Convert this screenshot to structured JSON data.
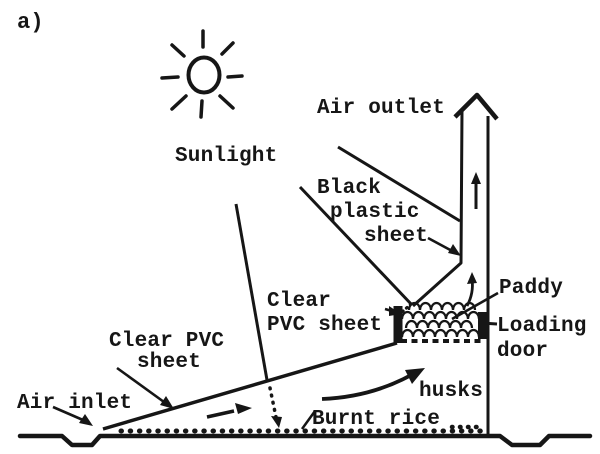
{
  "figure": {
    "panel_label": "a)",
    "title_meaning": "Solar rice dryer cross-section",
    "labels": {
      "sunlight": "Sunlight",
      "air_outlet": "Air outlet",
      "black_plastic": [
        "Black",
        "plastic",
        "sheet"
      ],
      "clear_pvc_front": [
        "Clear",
        "PVC sheet"
      ],
      "paddy": "Paddy",
      "loading_door": [
        "Loading",
        "door"
      ],
      "clear_pvc_collector": [
        "Clear PVC",
        "sheet"
      ],
      "air_inlet": "Air inlet",
      "burnt_rice_husks": [
        "husks",
        "Burnt rice"
      ]
    },
    "icons": [
      "sun-icon",
      "sunbeam-ray",
      "air-outlet-chevron",
      "airflow-arrows"
    ],
    "colors": {
      "ink": "#161616",
      "paper": "#ffffff"
    }
  }
}
